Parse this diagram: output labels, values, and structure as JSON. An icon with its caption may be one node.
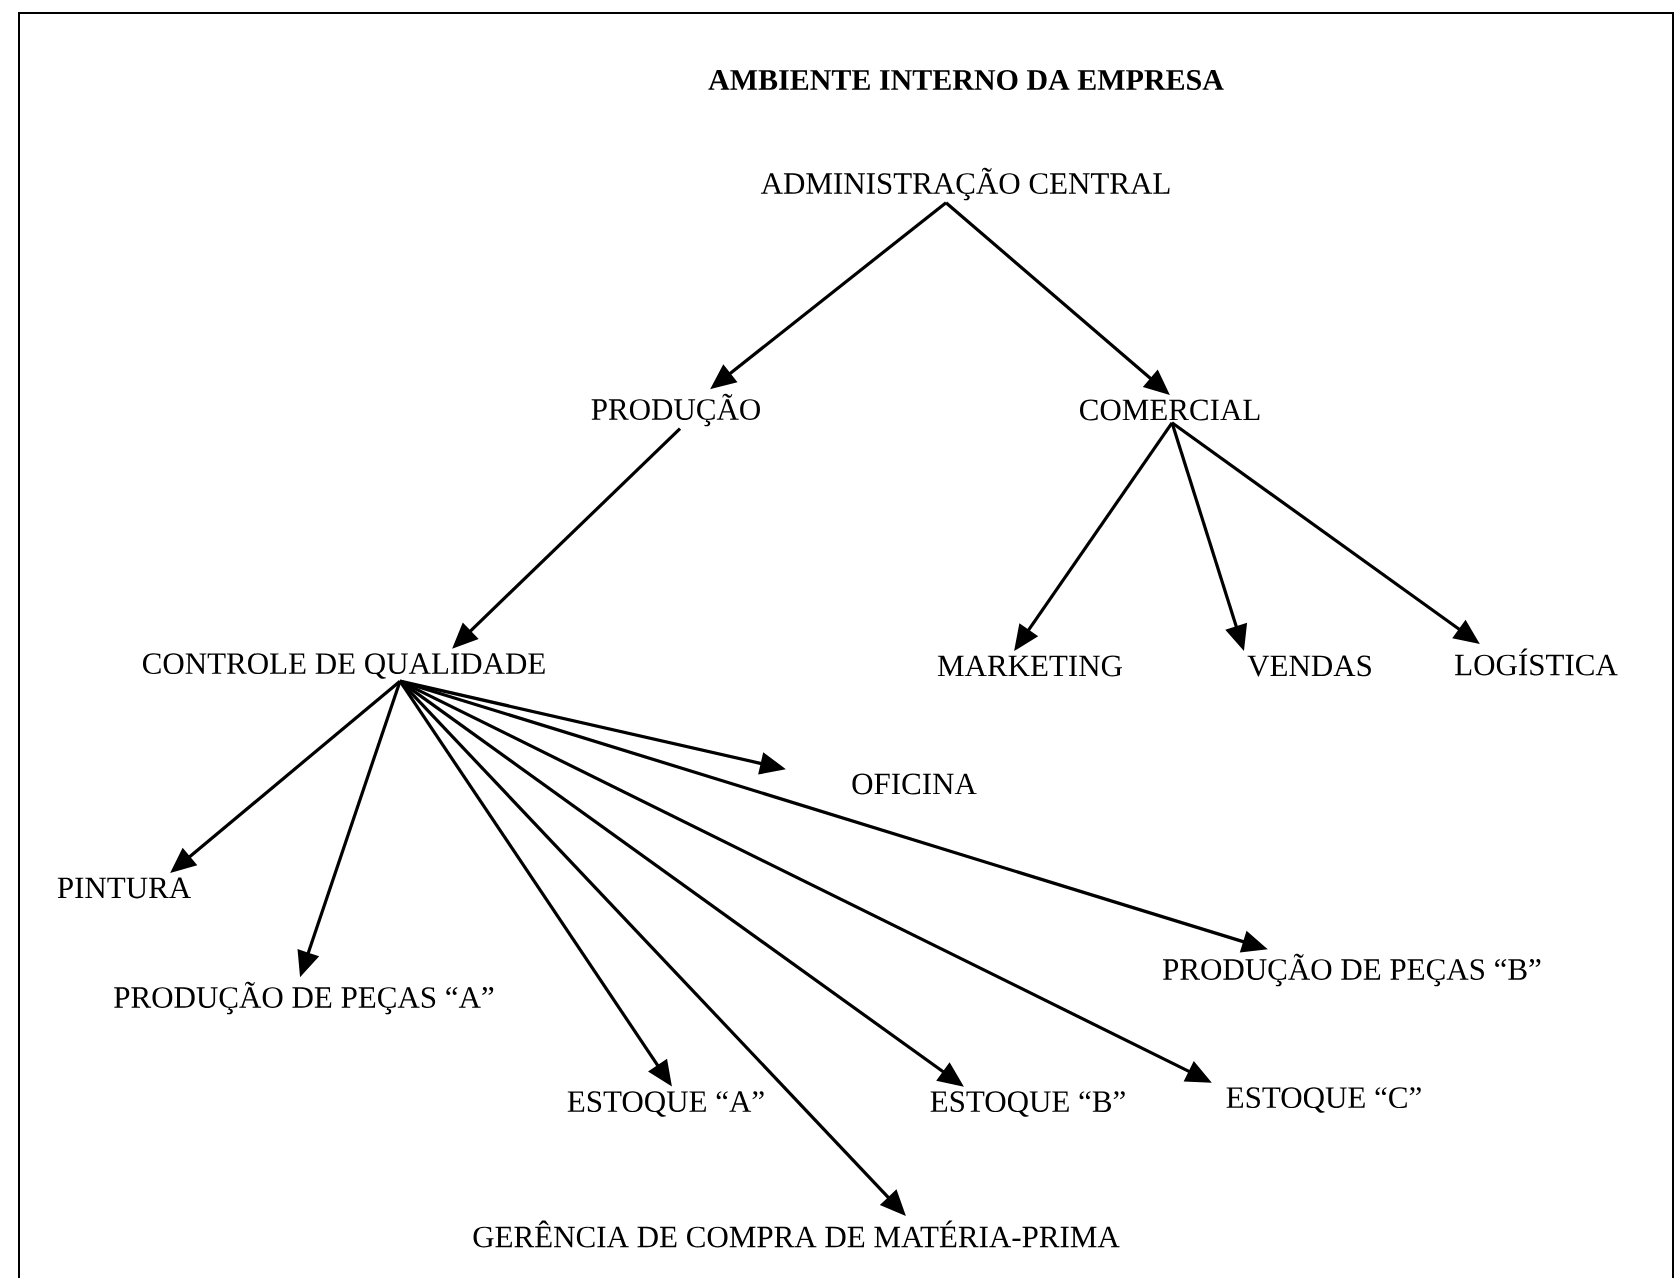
{
  "diagram": {
    "title": "AMBIENTE INTERNO DA EMPRESA",
    "nodes": [
      {
        "text": [
          "ADMINISTRAÇÃO CENTRAL"
        ]
      },
      {
        "text": [
          "PRODUÇÃO"
        ]
      },
      {
        "text": [
          "COMERCIAL"
        ]
      },
      {
        "text": [
          "CONTROLE DE QUALIDADE"
        ]
      },
      {
        "text": [
          "MARKETING"
        ]
      },
      {
        "text": [
          "VENDAS"
        ]
      },
      {
        "text": [
          "LOGÍSTICA"
        ]
      },
      {
        "text": [
          "OFICINA"
        ]
      },
      {
        "text": [
          "PINTURA"
        ]
      },
      {
        "text": [
          "PRODUÇÃO DE PEÇAS “A”"
        ]
      },
      {
        "text": [
          "PRODUÇÃO DE PEÇAS “B”"
        ]
      },
      {
        "text": [
          "ESTOQUE “A”"
        ]
      },
      {
        "text": [
          "ESTOQUE “B”"
        ]
      },
      {
        "text": [
          "ESTOQUE “C”"
        ]
      },
      {
        "text": [
          "GERÊNCIA DE COMPRA DE MATÉRIA-PRIMA"
        ]
      }
    ],
    "edges": [
      {
        "from": 0,
        "to": 1,
        "arrow": "to"
      },
      {
        "from": 0,
        "to": 2,
        "arrow": "to"
      },
      {
        "from": 1,
        "to": 3,
        "arrow": "to"
      },
      {
        "from": 2,
        "to": 4,
        "arrow": "to"
      },
      {
        "from": 2,
        "to": 5,
        "arrow": "to"
      },
      {
        "from": 2,
        "to": 6,
        "arrow": "to"
      },
      {
        "from": 3,
        "to": 7,
        "arrow": "to"
      },
      {
        "from": 3,
        "to": 8,
        "arrow": "to"
      },
      {
        "from": 3,
        "to": 9,
        "arrow": "to"
      },
      {
        "from": 3,
        "to": 10,
        "arrow": "to"
      },
      {
        "from": 3,
        "to": 11,
        "arrow": "to"
      },
      {
        "from": 3,
        "to": 12,
        "arrow": "to"
      },
      {
        "from": 3,
        "to": 13,
        "arrow": "to"
      },
      {
        "from": 3,
        "to": 14,
        "arrow": "to"
      }
    ]
  }
}
